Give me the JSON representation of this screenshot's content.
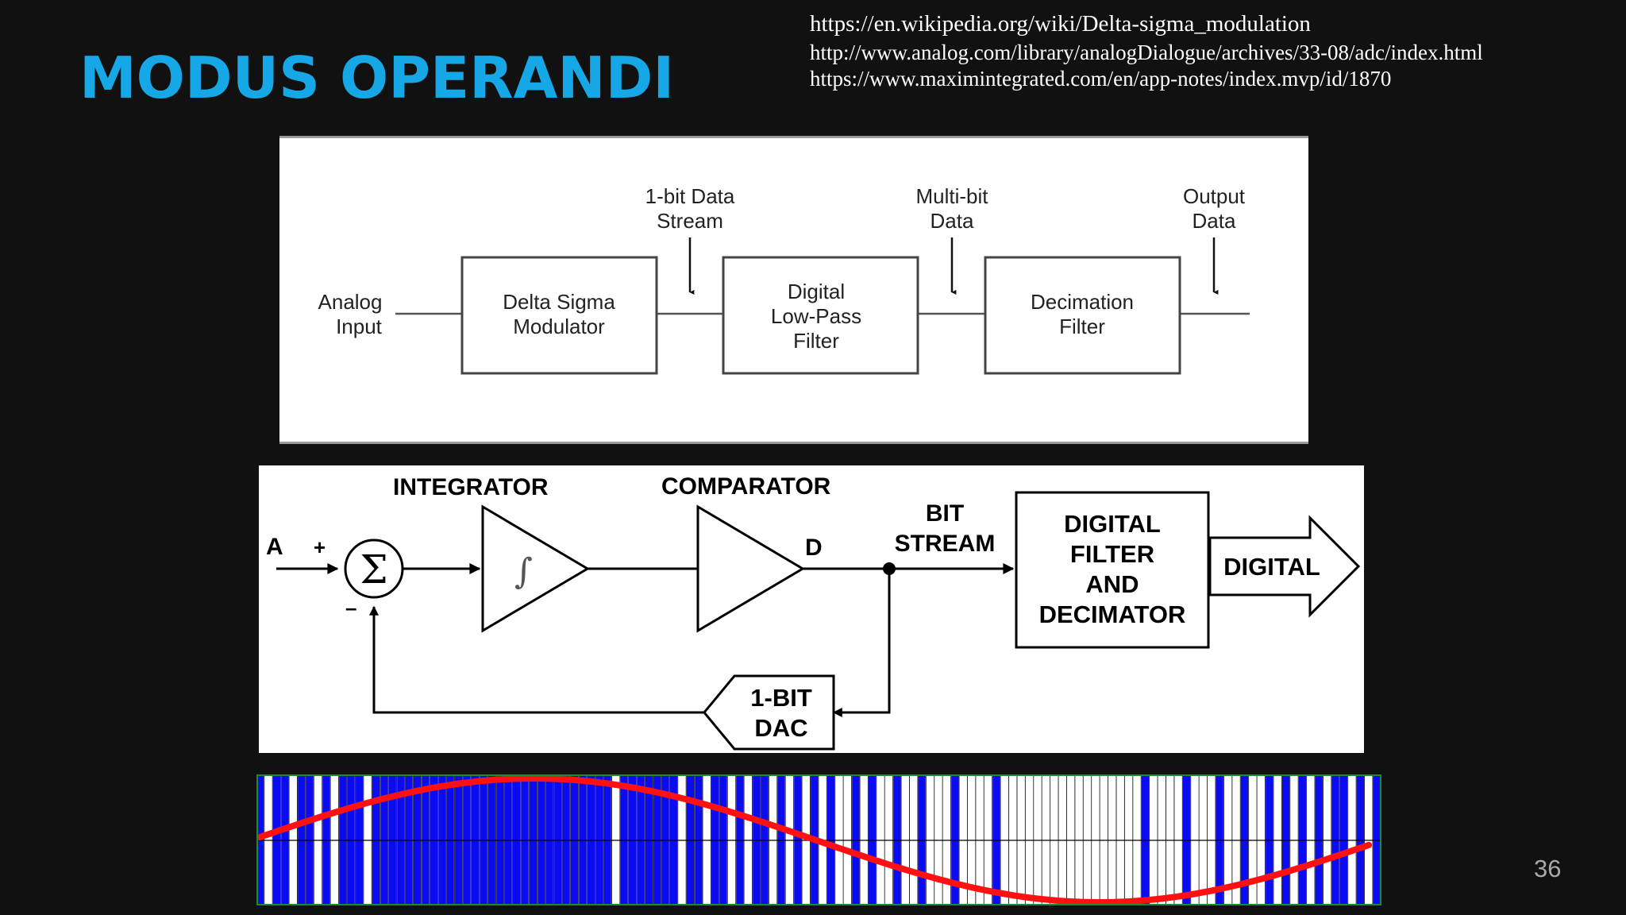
{
  "slide": {
    "title": "MODUS OPERANDI",
    "page_number": "36",
    "links": [
      "https://en.wikipedia.org/wiki/Delta-sigma_modulation",
      "http://www.analog.com/library/analogDialogue/archives/33-08/adc/index.html",
      "https://www.maximintegrated.com/en/app-notes/index.mvp/id/1870"
    ]
  },
  "diagram1": {
    "input_label": [
      "Analog",
      "Input"
    ],
    "blocks": [
      [
        "Delta Sigma",
        "Modulator"
      ],
      [
        "Digital",
        "Low-Pass",
        "Filter"
      ],
      [
        "Decimation",
        "Filter"
      ]
    ],
    "taps": [
      [
        "1-bit Data",
        "Stream"
      ],
      [
        "Multi-bit",
        "Data"
      ],
      [
        "Output",
        "Data"
      ]
    ]
  },
  "diagram2": {
    "input": "A",
    "plus": "+",
    "minus": "–",
    "sigma": "Σ",
    "integral": "∫",
    "integrator": "INTEGRATOR",
    "comparator": "COMPARATOR",
    "d_label": "D",
    "bit_stream": [
      "BIT",
      "STREAM"
    ],
    "filter_block": [
      "DIGITAL",
      "FILTER",
      "AND",
      "DECIMATOR"
    ],
    "output_arrow": "DIGITAL",
    "dac": [
      "1-BIT",
      "DAC"
    ]
  },
  "bitstream": {
    "bits": "1011011010111011111111111111111111111111111011111110110110101101010101001010010010001000010000000000000000010000100010010010101010110101",
    "colors": {
      "on": "#0b0bf2",
      "off": "#ffffff",
      "grid": "#2a2a2a",
      "wave": "#ff1111",
      "frame": "#1a8a3a"
    }
  }
}
